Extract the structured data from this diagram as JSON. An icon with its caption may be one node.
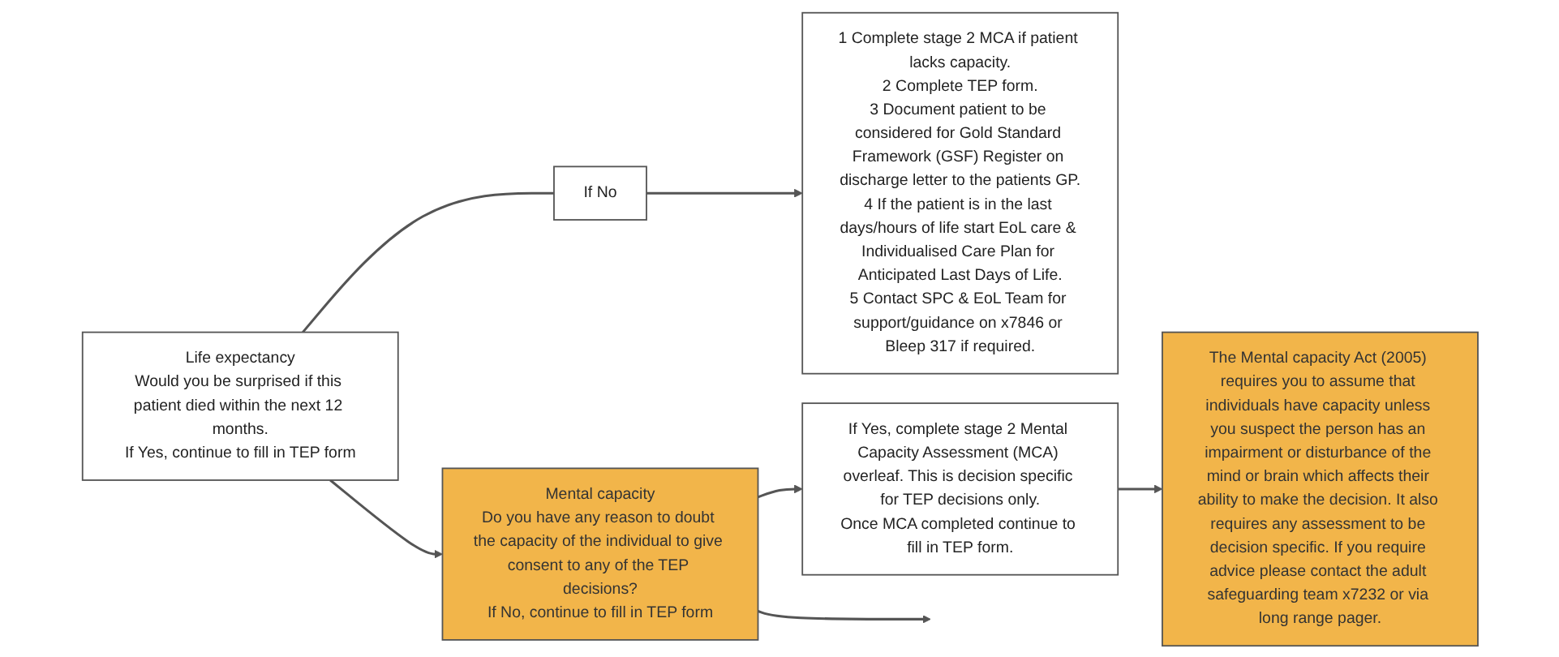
{
  "diagram": {
    "nodes": [
      {
        "text": [
          "Life expectancy",
          "Would you be surprised if this patient died within the next 12 months.",
          "If Yes, continue to fill in TEP form"
        ]
      },
      {
        "text": [
          "If No"
        ]
      },
      {
        "text": [
          "1 Complete stage 2 MCA if patient lacks capacity.",
          "2 Complete TEP form.",
          "3 Document patient to be considered for Gold Standard Framework (GSF) Register on discharge letter to the patients GP.",
          "4 If the patient is in the last days/hours of life start EoL care & Individualised Care Plan for Anticipated Last Days of Life.",
          "5 Contact SPC & EoL Team for support/guidance on x7846 or Bleep 317 if required."
        ]
      },
      {
        "text": [
          "Mental capacity",
          "Do you have any reason to doubt the capacity of the individual to give consent to any of the TEP decisions?",
          "If No, continue to fill in TEP form"
        ]
      },
      {
        "text": [
          "If Yes, complete stage 2 Mental Capacity Assessment (MCA) overleaf. This is decision specific for TEP decisions only.",
          "Once MCA completed continue to fill in TEP form."
        ]
      },
      {
        "text": [
          "The Mental capacity Act (2005) requires you to assume that individuals have capacity unless you suspect the person has an impairment or disturbance of the mind or brain which affects their ability to make the decision. It also requires any assessment to be decision specific. If you require advice please contact the adult safeguarding team x7232 or via long range pager."
        ]
      }
    ],
    "edges": [
      {
        "from": 0,
        "to": 1,
        "arrow": "none"
      },
      {
        "from": 1,
        "to": 2,
        "arrow": "to"
      },
      {
        "from": 0,
        "to": 3,
        "arrow": "to"
      },
      {
        "from": 3,
        "to": 4,
        "arrow": "to"
      },
      {
        "from": 4,
        "to": 5,
        "arrow": "to"
      },
      {
        "from": 3,
        "to": null,
        "arrow": "to"
      }
    ]
  }
}
